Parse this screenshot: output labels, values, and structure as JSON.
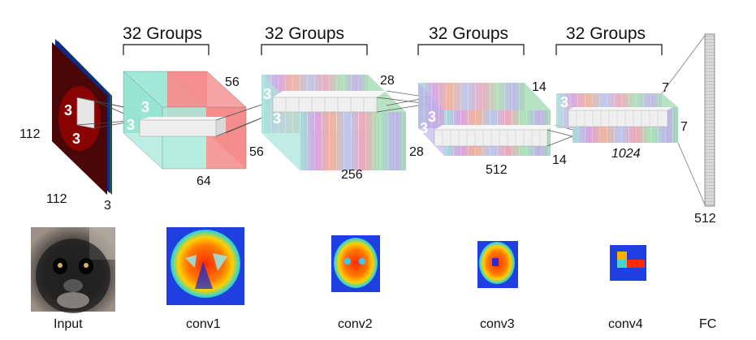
{
  "groups": {
    "label": "32 Groups"
  },
  "input": {
    "height": "112",
    "width": "112",
    "channels": "3",
    "kernel_a": "3",
    "kernel_b": "3"
  },
  "conv1": {
    "side": "56",
    "depth": "56",
    "width": "64",
    "kernel_a": "3",
    "kernel_b": "3"
  },
  "conv2": {
    "side": "28",
    "depth": "28",
    "width": "256",
    "kernel_a": "3",
    "kernel_b": "3"
  },
  "conv3": {
    "side": "14",
    "depth": "14",
    "width": "512",
    "kernel_a": "3",
    "kernel_b": "3"
  },
  "conv4": {
    "side": "7",
    "depth": "7",
    "width": "1024",
    "kernel": "3"
  },
  "fc": {
    "size": "512"
  },
  "captions": {
    "input": "Input",
    "conv1": "conv1",
    "conv2": "conv2",
    "conv3": "conv3",
    "conv4": "conv4",
    "fc": "FC"
  },
  "colors": {
    "teal": "#8fe3d0",
    "red": "#f47d7d",
    "grid": "#bbbbbb"
  }
}
